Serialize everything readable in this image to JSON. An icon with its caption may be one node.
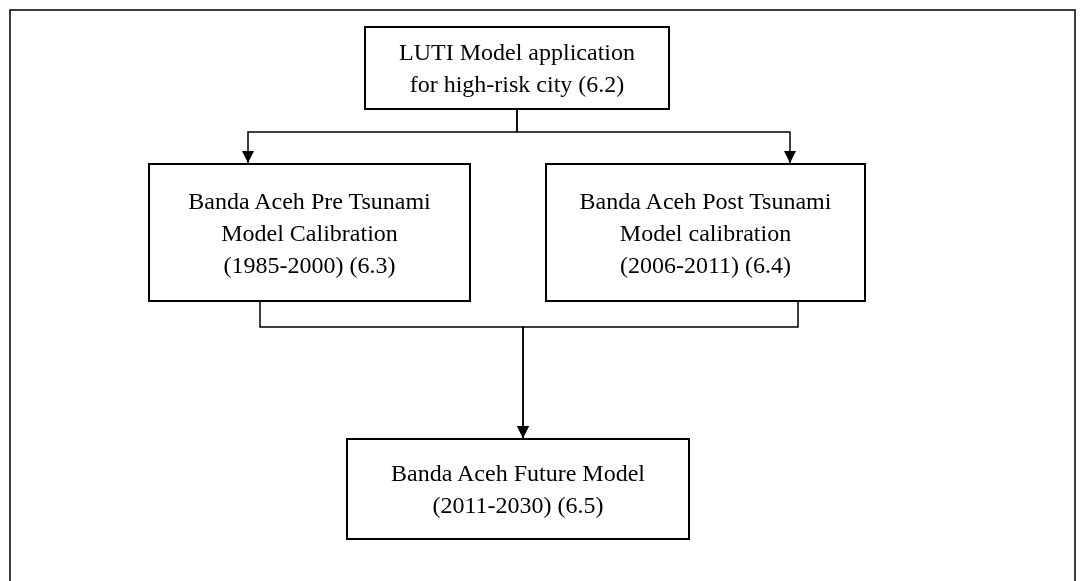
{
  "diagram": {
    "nodes": [
      {
        "text": [
          "LUTI Model application for high-risk city (6.2)"
        ]
      },
      {
        "text": [
          "Banda Aceh Pre Tsunami Model Calibration (1985-2000) (6.3)"
        ]
      },
      {
        "text": [
          "Banda Aceh Post Tsunami Model calibration (2006-2011) (6.4)"
        ]
      },
      {
        "text": [
          "Banda Aceh Future Model (2011-2030) (6.5)"
        ]
      }
    ],
    "edges": [
      {
        "from": 0,
        "to": 1,
        "arrow": "to"
      },
      {
        "from": 0,
        "to": 2,
        "arrow": "to"
      },
      {
        "from": 1,
        "to": 3,
        "arrow": "to"
      },
      {
        "from": 2,
        "to": 3,
        "arrow": "to"
      }
    ]
  }
}
